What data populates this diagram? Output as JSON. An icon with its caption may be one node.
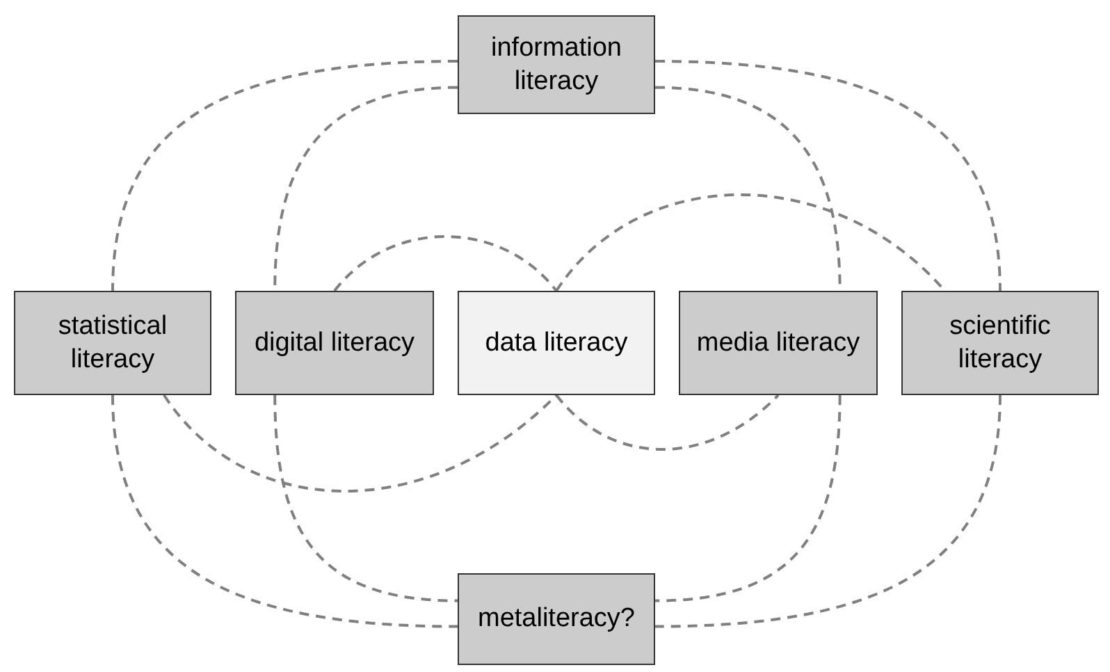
{
  "diagram": {
    "nodes": [
      {
        "text": [
          "information literacy"
        ]
      },
      {
        "text": [
          "statistical literacy"
        ]
      },
      {
        "text": [
          "digital literacy"
        ]
      },
      {
        "text": [
          "data literacy"
        ]
      },
      {
        "text": [
          "media literacy"
        ]
      },
      {
        "text": [
          "scientific literacy"
        ]
      },
      {
        "text": [
          "metaliteracy?"
        ]
      }
    ],
    "edges": [
      {
        "from": 0,
        "to": 1,
        "arrow": "none",
        "style": "dashed"
      },
      {
        "from": 0,
        "to": 2,
        "arrow": "none",
        "style": "dashed"
      },
      {
        "from": 0,
        "to": 5,
        "arrow": "none",
        "style": "dashed"
      },
      {
        "from": 0,
        "to": 4,
        "arrow": "none",
        "style": "dashed"
      },
      {
        "from": 2,
        "to": 3,
        "arrow": "none",
        "style": "dashed"
      },
      {
        "from": 3,
        "to": 5,
        "arrow": "none",
        "style": "dashed"
      },
      {
        "from": 1,
        "to": 3,
        "arrow": "none",
        "style": "dashed"
      },
      {
        "from": 3,
        "to": 4,
        "arrow": "none",
        "style": "dashed"
      },
      {
        "from": 1,
        "to": 6,
        "arrow": "none",
        "style": "dashed"
      },
      {
        "from": 2,
        "to": 6,
        "arrow": "none",
        "style": "dashed"
      },
      {
        "from": 4,
        "to": 6,
        "arrow": "none",
        "style": "dashed"
      },
      {
        "from": 5,
        "to": 6,
        "arrow": "none",
        "style": "dashed"
      }
    ]
  }
}
